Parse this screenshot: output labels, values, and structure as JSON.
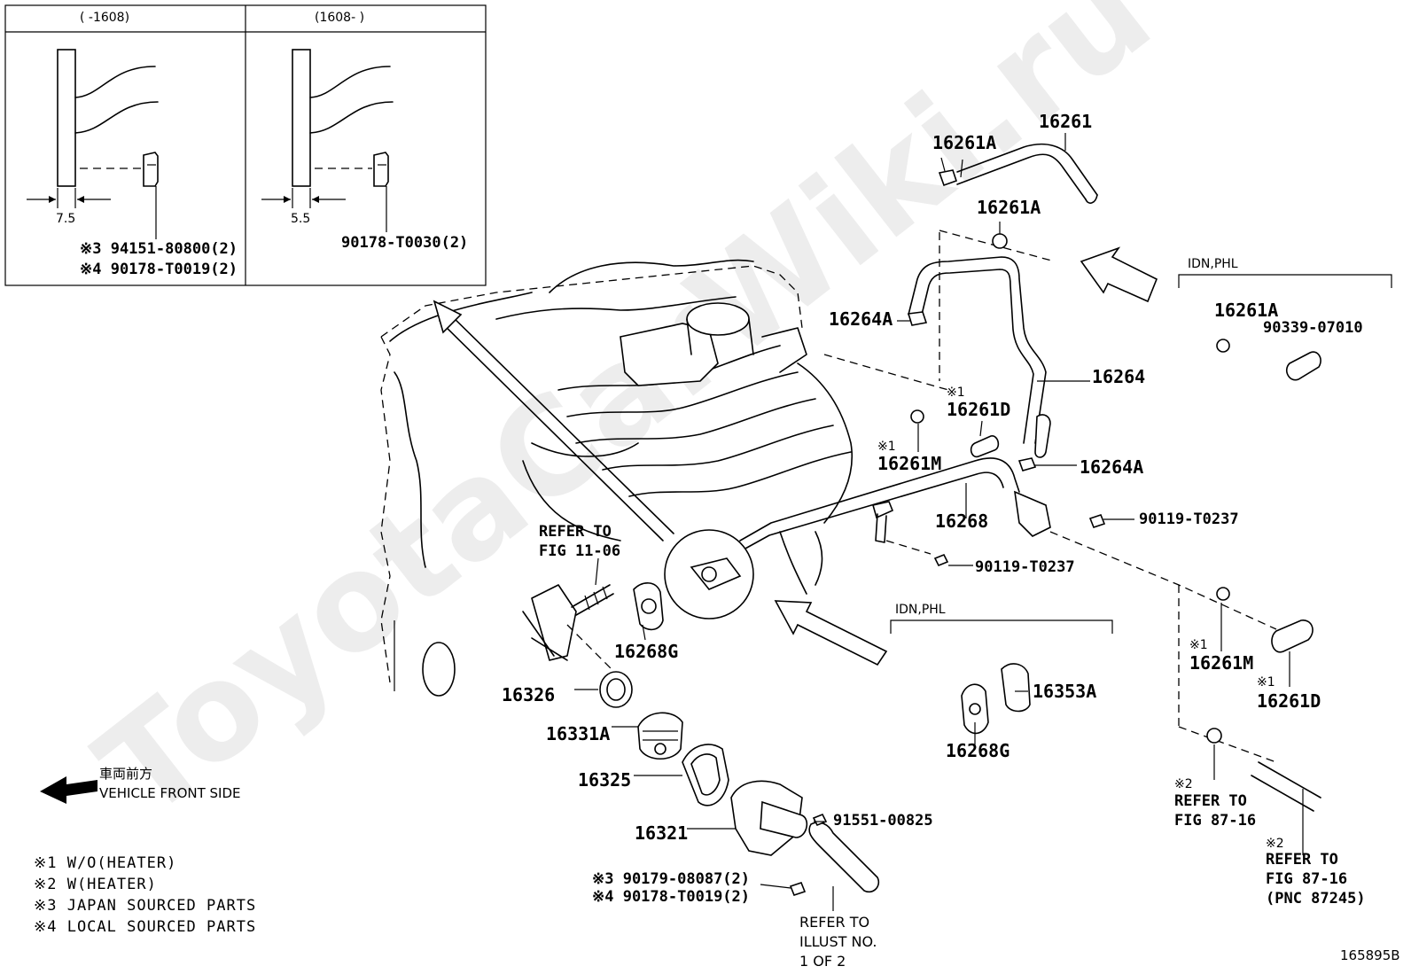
{
  "watermark": "ToyotaCarWiki.ru",
  "inset": {
    "left_title": "(     -1608)",
    "right_title": "(1608-      )",
    "left_dim": "7.5",
    "right_dim": "5.5",
    "left_part_a": "※3 94151-80800(2)",
    "left_part_b": "※4 90178-T0019(2)",
    "right_part": "90178-T0030(2)"
  },
  "parts": {
    "p16261": "16261",
    "p16261A_top": "16261A",
    "p16261A_mid": "16261A",
    "p16261A_idn": "16261A",
    "p90339": "90339-07010",
    "p16264A_left": "16264A",
    "p16264": "16264",
    "p16261D_top": "16261D",
    "p16261M_top": "16261M",
    "p16264A_right": "16264A",
    "p16268": "16268",
    "p90119_a": "90119-T0237",
    "p90119_b": "90119-T0237",
    "p16268G_a": "16268G",
    "p16326": "16326",
    "p16331A": "16331A",
    "p16325": "16325",
    "p16321": "16321",
    "p91551": "91551-00825",
    "p90179": "※3 90179-08087(2)",
    "p90178": "※4 90178-T0019(2)",
    "p16353A": "16353A",
    "p16268G_b": "16268G",
    "p16261M_bot": "16261M",
    "p16261D_bot": "16261D"
  },
  "marks": {
    "m_16261D_top": "※1",
    "m_16261M_top": "※1",
    "m_16261M_bot": "※1",
    "m_16261D_bot": "※1"
  },
  "idn_label_top": "IDN,PHL",
  "idn_label_mid": "IDN,PHL",
  "refers": {
    "fig1106_a": "REFER TO",
    "fig1106_b": "FIG 11-06",
    "illust_a": "REFER TO",
    "illust_b": "ILLUST NO.",
    "illust_c": "1 OF 2",
    "fig8716_mark": "※2",
    "fig8716_a": "REFER TO",
    "fig8716_b": "FIG 87-16",
    "fig8716pnc_mark": "※2",
    "fig8716pnc_a": "REFER TO",
    "fig8716pnc_b": "FIG 87-16",
    "fig8716pnc_c": "(PNC 87245)"
  },
  "front": {
    "jp": "車両前方",
    "en": "VEHICLE FRONT SIDE"
  },
  "legend": [
    "※1 W/O(HEATER)",
    "※2 W(HEATER)",
    "※3 JAPAN SOURCED PARTS",
    "※4 LOCAL SOURCED PARTS"
  ],
  "figure_id": "165895B"
}
